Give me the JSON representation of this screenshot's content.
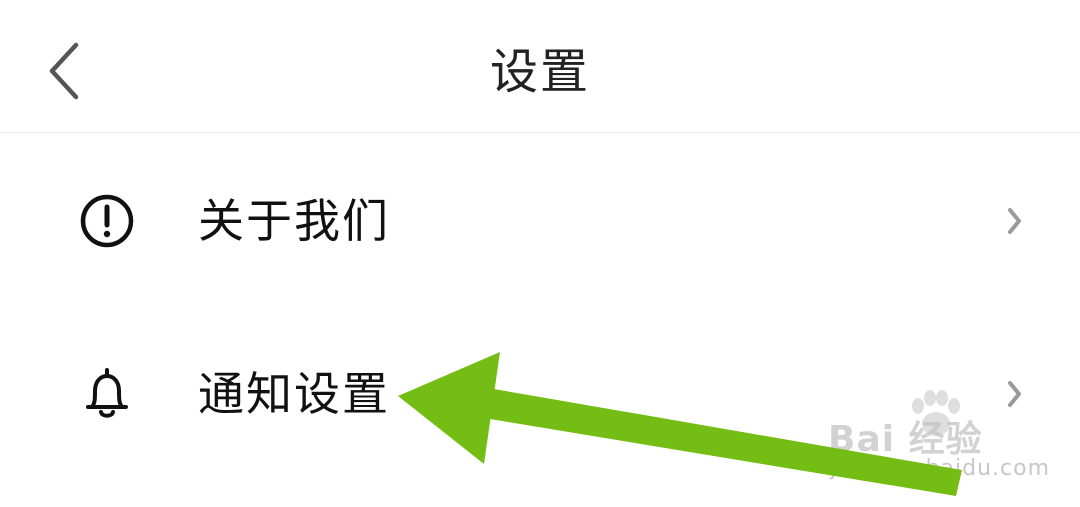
{
  "header": {
    "title": "设置",
    "back_icon": "chevron-left-icon"
  },
  "menu": {
    "items": [
      {
        "label": "关于我们",
        "icon": "info-circle-icon"
      },
      {
        "label": "通知设置",
        "icon": "bell-icon"
      }
    ]
  },
  "watermark": {
    "brand": "Bai 经验",
    "url": "jingyan.baidu.com"
  },
  "annotation": {
    "color": "#74bd14"
  }
}
